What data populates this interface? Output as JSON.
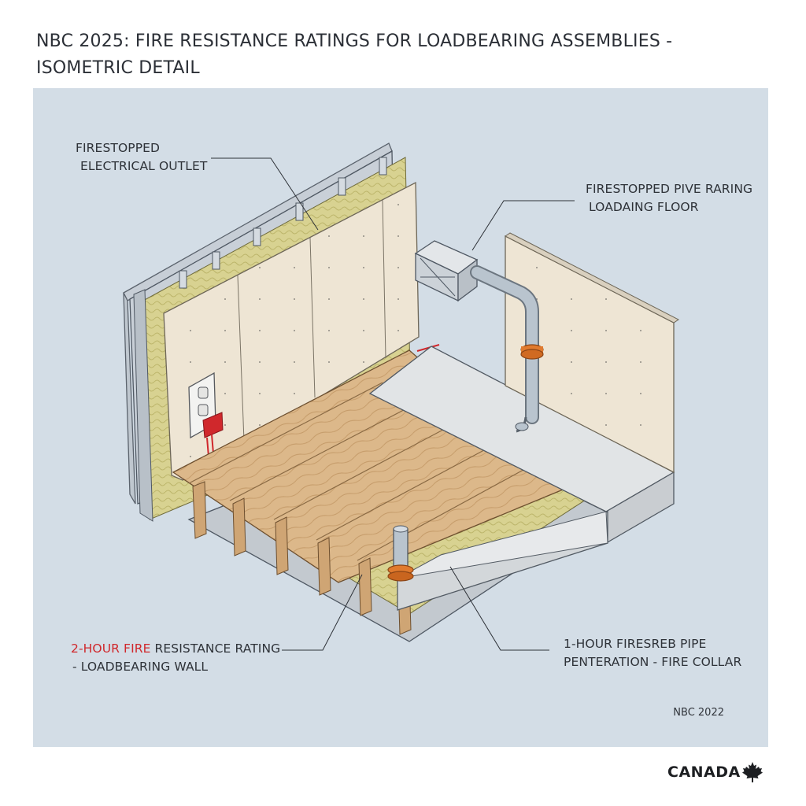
{
  "title": {
    "line1": "NBC 2025: FIRE RESISTANCE RATINGS FOR LOADBEARING ASSEMBLIES -",
    "line2": "ISOMETRIC DETAIL"
  },
  "callouts": {
    "outlet": {
      "line1": "FIRESTOPPED",
      "line2": "ELECTRICAL OUTLET"
    },
    "pipe_floor": {
      "line1": "FIRESTOPPED PIVE RARING",
      "line2": "LOADAING FLOOR"
    },
    "wall_rating": {
      "red_part": "2-HOUR FIRE",
      "rest": " RESISTANCE RATING",
      "line2": "- LOADBEARING WALL"
    },
    "pipe_penetration": {
      "line1": "1-HOUR FIRESREB PIPE",
      "line2": "PENTERATION - FIRE COLLAR"
    }
  },
  "edition_label": "NBC 2022",
  "country_label": "CANADA",
  "icons": {
    "maple": "maple-leaf-icon"
  },
  "colors": {
    "panel_bg": "#d3dde6",
    "gypsum": "#ece3d2",
    "insulation": "#d6d08e",
    "wood": "#d9b487",
    "concrete": "#dfe2e4",
    "fire_collar": "#e07a2e",
    "accent_red": "#d0282c"
  }
}
